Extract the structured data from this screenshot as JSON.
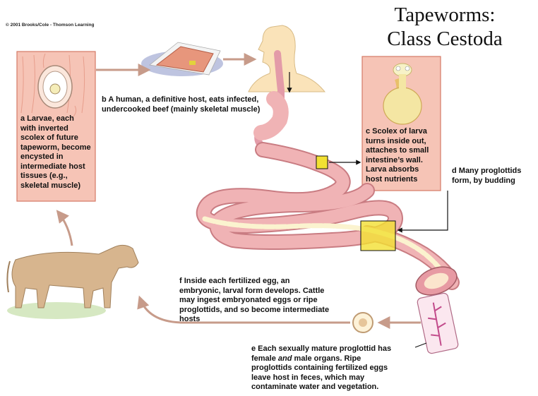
{
  "title": "Tapeworms:\nClass Cestoda",
  "copyright": "© 2001 Brooks/Cole - Thomson Learning",
  "steps": {
    "a": "a  Larvae, each\nwith inverted\nscolex of future\ntapeworm, become\nencysted in\nintermediate host\ntissues (e.g.,\nskeletal muscle)",
    "b": "b  A human, a definitive host, eats infected,\nundercooked beef (mainly skeletal muscle)",
    "c": "c  Scolex of larva\nturns inside out,\nattaches to small\nintestine’s wall.\nLarva absorbs\nhost nutrients",
    "d": "d  Many proglottids\nform, by budding",
    "e_pre": "e  Each sexually mature proglottid has\nfemale ",
    "e_italic": "and",
    "e_post": " male organs. Ripe\nproglottids containing fertilized eggs\nleave host in feces, which may\ncontaminate water and vegetation.",
    "f": "f  Inside each fertilized egg, an\nembryonic, larval form develops. Cattle\nmay ingest embryonated eggs or ripe\nproglottids, and so become intermediate\nhosts"
  },
  "colors": {
    "panel_fill": "#f6c4b6",
    "panel_border": "#d47a66",
    "intestine": "#f0b3b5",
    "intestine_edge": "#c97c82",
    "arrow_brown": "#c79b8a",
    "highlight": "#f2e032",
    "cow": "#d7b58e"
  }
}
